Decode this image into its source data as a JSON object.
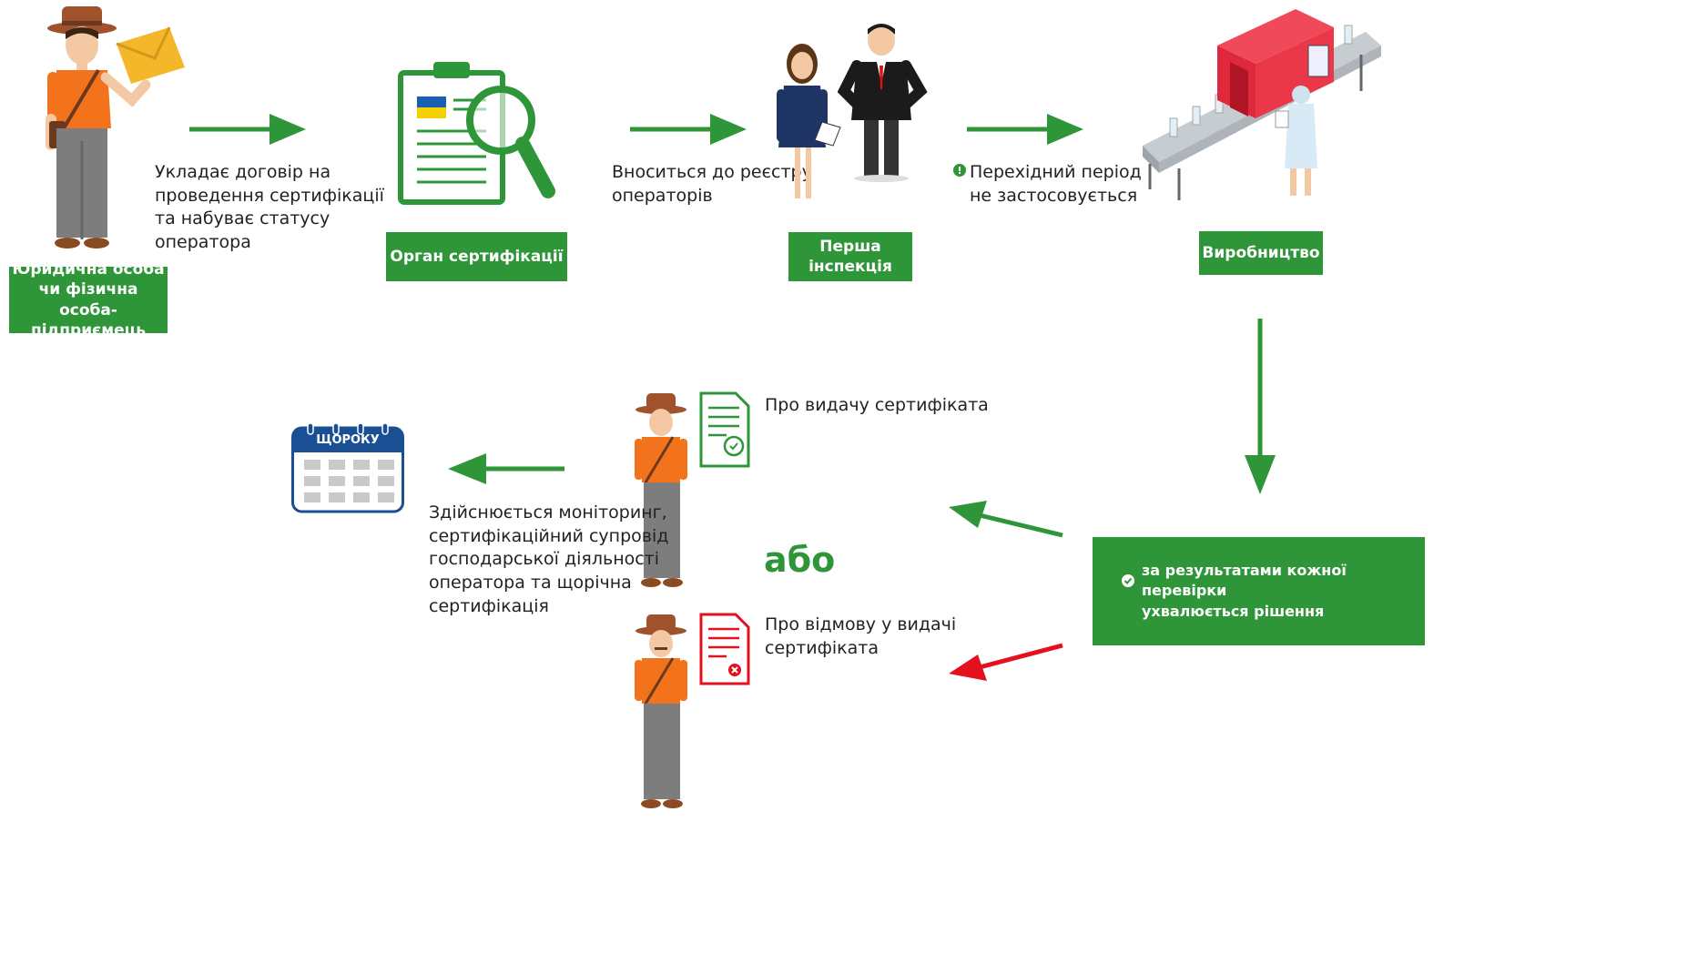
{
  "nodes": {
    "entity_label": "Юридична особа\nчи фізична особа-\nпідприємець",
    "cert_body_label": "Орган сертифікації",
    "first_inspection_label": "Перша\nінспекція",
    "production_label": "Виробництво",
    "decision_label": "за результатами кожної перевірки\nухвалюється рішення"
  },
  "captions": {
    "contract_text": "Укладає договір на\nпроведення сертифікації\nта набуває статусу\nоператора",
    "registry_text": "Вноситься до реєстру\nоператорів",
    "transition_text": "Перехідний період\nне застосовується",
    "issue_text": "Про видачу сертифіката",
    "refuse_text": "Про відмову у видачі\nсертифіката",
    "or_text": "або",
    "monitoring_text": "Здійснюється моніторинг,\nсертифікаційний супровід\nгосподарської діяльності\nоператора та щорічна\nсертифікація",
    "calendar_text": "ЩОРОКУ"
  },
  "colors": {
    "green": "#2e9638",
    "red": "#e3101e",
    "navy": "#1a4f93",
    "orange": "#f2731b"
  }
}
